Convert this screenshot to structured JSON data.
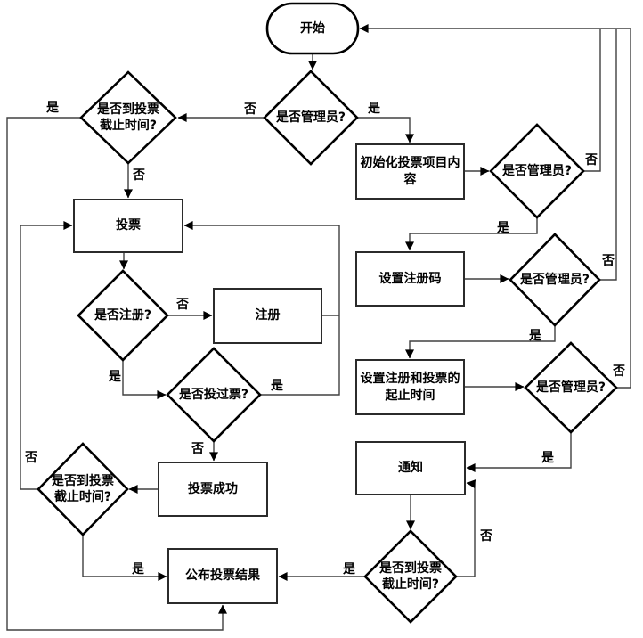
{
  "nodes": {
    "start": {
      "label": "开始",
      "type": "terminator"
    },
    "is_admin_top": {
      "label": "是否管理员?",
      "type": "decision"
    },
    "deadline_top_left": {
      "label": "是否到投票截止时间?",
      "type": "decision"
    },
    "vote": {
      "label": "投票",
      "type": "process"
    },
    "is_registered": {
      "label": "是否注册?",
      "type": "decision"
    },
    "register": {
      "label": "注册",
      "type": "process"
    },
    "has_voted": {
      "label": "是否投过票?",
      "type": "decision"
    },
    "vote_success": {
      "label": "投票成功",
      "type": "process"
    },
    "deadline_bottom_left": {
      "label": "是否到投票截止时间?",
      "type": "decision"
    },
    "publish_results": {
      "label": "公布投票结果",
      "type": "process"
    },
    "init_vote_project": {
      "label": "初始化投票项目内容",
      "type": "process"
    },
    "is_admin_1": {
      "label": "是否管理员?",
      "type": "decision"
    },
    "set_registration_code": {
      "label": "设置注册码",
      "type": "process"
    },
    "is_admin_2": {
      "label": "是否管理员?",
      "type": "decision"
    },
    "set_start_end_times": {
      "label": "设置注册和投票的起止时间",
      "type": "process"
    },
    "is_admin_3": {
      "label": "是否管理员?",
      "type": "decision"
    },
    "notify": {
      "label": "通知",
      "type": "process"
    },
    "deadline_bottom_right": {
      "label": "是否到投票截止时间?",
      "type": "decision"
    }
  },
  "edge_labels": {
    "yes": "是",
    "no": "否"
  },
  "colors": {
    "background": "#ffffff",
    "shape_fill": "#ffffff",
    "shape_border": "#000000",
    "connector": "#404040",
    "text": "#000000"
  }
}
